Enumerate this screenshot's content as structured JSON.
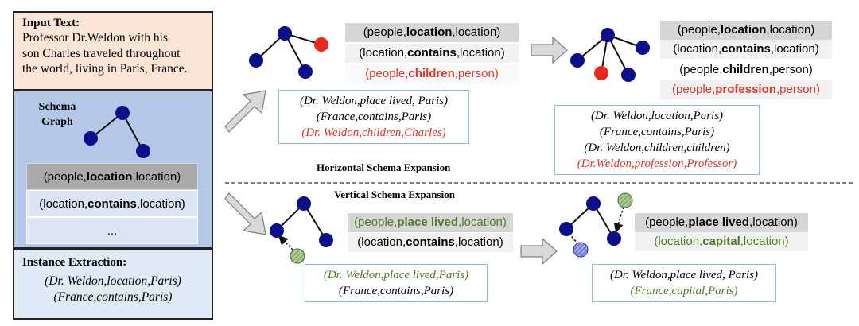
{
  "input": {
    "title": "Input Text:",
    "lines": [
      "Professor Dr.Weldon with his",
      "son Charles traveled throughout",
      "the world, living in Paris, France."
    ]
  },
  "schema": {
    "title_line1": "Schema",
    "title_line2": "Graph",
    "rows": [
      {
        "pre": "(people,",
        "bold": "location",
        "post": ",location)"
      },
      {
        "pre": "(location,",
        "bold": "contains",
        "post": ",location)"
      },
      {
        "text": "..."
      }
    ]
  },
  "instance": {
    "title": "Instance Extraction:",
    "lines": [
      "(Dr. Weldon,location,Paris)",
      "(France,contains,Paris)"
    ]
  },
  "horizontal": {
    "label": "Horizontal Schema Expansion",
    "step1": {
      "relations": [
        {
          "pre": "(people,",
          "bold": "location",
          "post": ",location)",
          "style": "gray"
        },
        {
          "pre": "(location,",
          "bold": "contains",
          "post": ",location)",
          "style": "light"
        },
        {
          "pre": "(people,",
          "bold": "children",
          "post": ",person)",
          "style": "new"
        }
      ],
      "facts": [
        {
          "text": "(Dr. Weldon,place lived, Paris)",
          "style": "plain"
        },
        {
          "text": "(France,contains,Paris)",
          "style": "plain"
        },
        {
          "text": "(Dr. Weldon,children,Charles)",
          "style": "new"
        }
      ]
    },
    "step2": {
      "relations": [
        {
          "pre": "(people,",
          "bold": "location",
          "post": ",location)",
          "style": "gray"
        },
        {
          "pre": "(location,",
          "bold": "contains",
          "post": ",location)",
          "style": "light"
        },
        {
          "pre": "(people,",
          "bold": "children",
          "post": ",person)",
          "style": "plain"
        },
        {
          "pre": "(people,",
          "bold": "profession",
          "post": ",person)",
          "style": "new"
        }
      ],
      "facts": [
        {
          "text": "(Dr. Weldon,location,Paris)",
          "style": "plain"
        },
        {
          "text": "(France,contains,Paris)",
          "style": "plain"
        },
        {
          "text": "(Dr. Weldon,children,children)",
          "style": "plain"
        },
        {
          "text": "(Dr.Weldon,profession,Professor)",
          "style": "new"
        }
      ]
    }
  },
  "vertical": {
    "label": "Vertical Schema Expansion",
    "step1": {
      "relations": [
        {
          "pre": "(people,",
          "bold": "place lived",
          "post": ",location)",
          "style": "gray-green"
        },
        {
          "pre": "(location,",
          "bold": "contains",
          "post": ",location)",
          "style": "light"
        }
      ],
      "facts": [
        {
          "text": "(Dr. Weldon,place lived,Paris)",
          "style": "green"
        },
        {
          "text": "(France,contains,Paris)",
          "style": "plain"
        }
      ]
    },
    "step2": {
      "relations": [
        {
          "pre": "(people,",
          "bold": "place lived",
          "post": ",location)",
          "style": "gray"
        },
        {
          "pre": "(location,",
          "bold": "capital",
          "post": ",location)",
          "style": "light-green"
        }
      ],
      "facts": [
        {
          "text": "(Dr. Weldon,place lived, Paris)",
          "style": "plain"
        },
        {
          "text": "(France,capital,Paris)",
          "style": "green"
        }
      ]
    }
  },
  "colors": {
    "node": "#0b0f8c",
    "new_node": "#e8291c",
    "hatched_node": "#a9c98f",
    "new_text": "#e0362c",
    "green_text": "#4f7a28",
    "input_bg": "#fbe5d6",
    "schema_bg": "#b4c7e7",
    "instance_bg": "#deebf7"
  }
}
